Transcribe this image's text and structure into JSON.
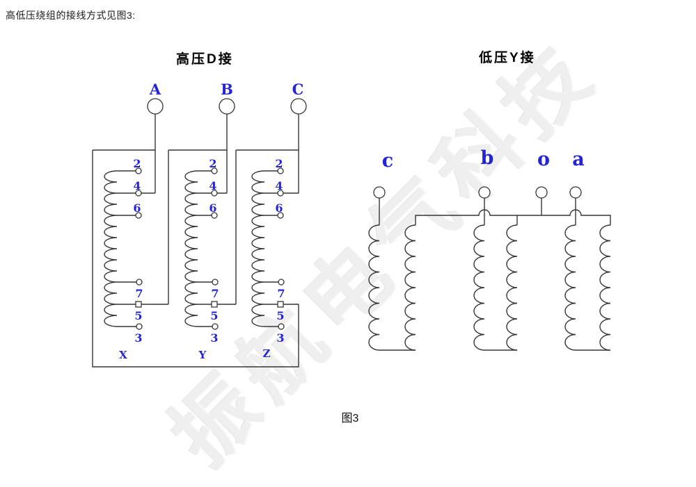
{
  "intro_text": "高低压绕组的接线方式见图3:",
  "caption": "图3",
  "watermark_text": "振航电气科技",
  "colors": {
    "label_blue": "#2424d6",
    "line": "#353535"
  },
  "left_diagram": {
    "title": "高压D接",
    "terminals": [
      "A",
      "B",
      "C"
    ],
    "taps": [
      "2",
      "4",
      "6",
      "7",
      "5",
      "3"
    ],
    "phase_ends": [
      "X",
      "Y",
      "Z"
    ]
  },
  "right_diagram": {
    "title": "低压Y接",
    "terminals": [
      "c",
      "b",
      "o",
      "a"
    ]
  }
}
